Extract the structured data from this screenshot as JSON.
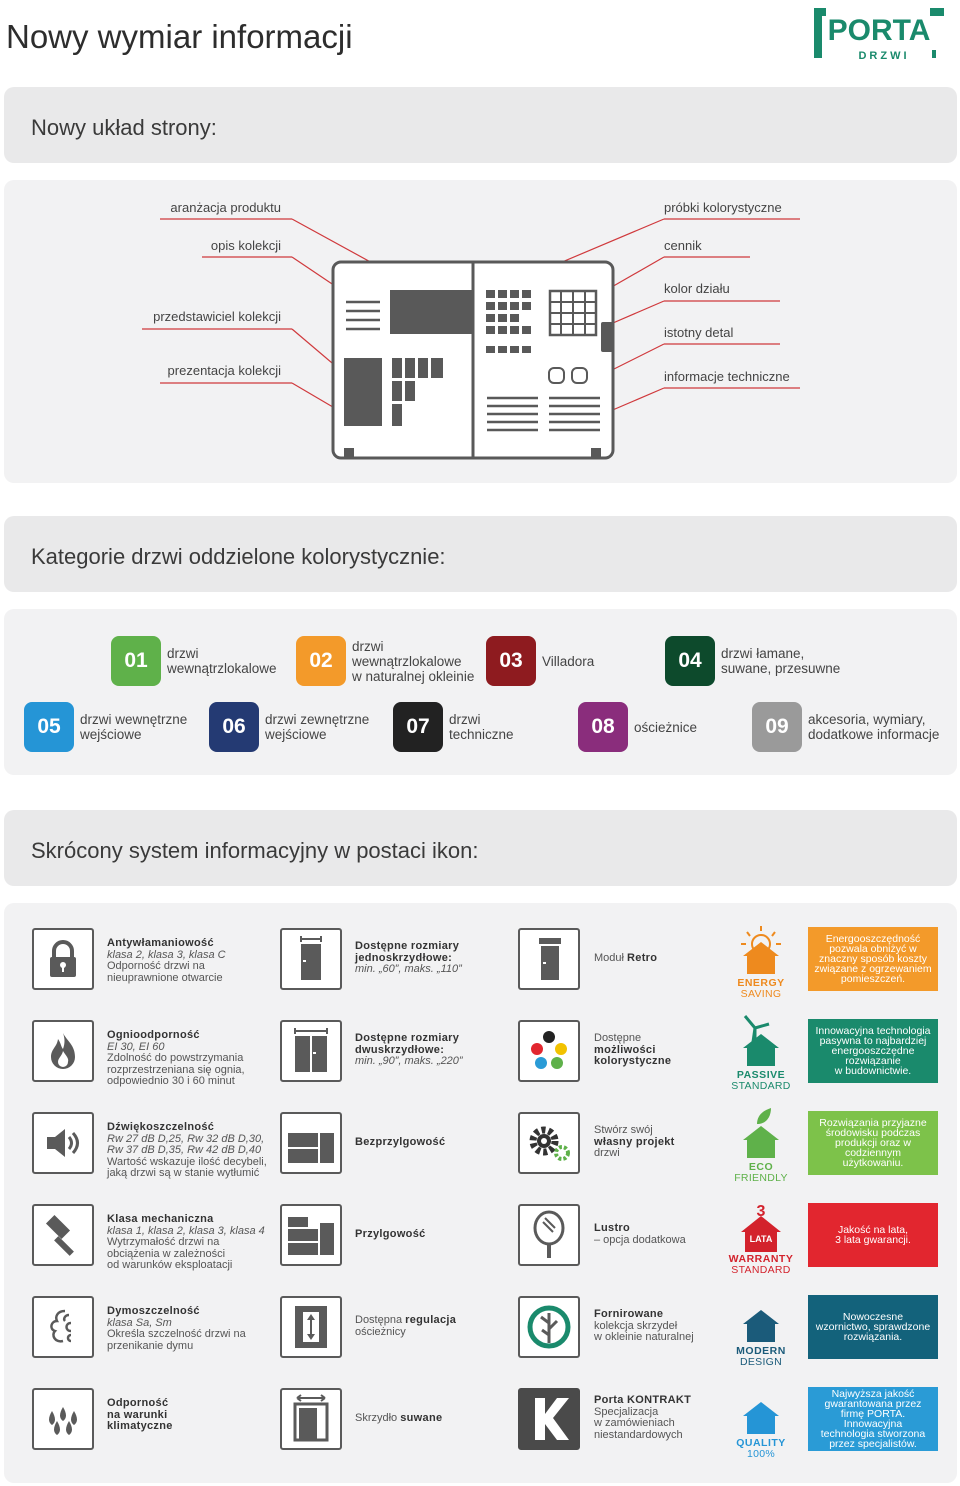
{
  "title": "Nowy wymiar informacji",
  "logo": {
    "brand": "PORTA",
    "sub": "DRZWI",
    "color": "#1a8a6c"
  },
  "sections": {
    "layout": "Nowy układ strony:",
    "categories": "Kategorie drzwi oddzielone kolorystycznie:",
    "icons": "Skrócony system informacyjny w postaci ikon:"
  },
  "layout_labels": {
    "left": [
      "aranżacja produktu",
      "opis kolekcji",
      "przedstawiciel kolekcji",
      "prezentacja kolekcji"
    ],
    "right": [
      "próbki kolorystyczne",
      "cennik",
      "kolor działu",
      "istotny detal",
      "informacje techniczne"
    ]
  },
  "categories": [
    {
      "num": "01",
      "text": "drzwi\nwewnątrzlokalowe",
      "color": "#5fb14a"
    },
    {
      "num": "02",
      "text": "drzwi\nwewnątrzlokalowe\nw naturalnej okleinie",
      "color": "#f39a2a"
    },
    {
      "num": "03",
      "text": "Villadora",
      "color": "#8e1b1f"
    },
    {
      "num": "04",
      "text": "drzwi łamane,\nsuwane, przesuwne",
      "color": "#0d4a2c"
    },
    {
      "num": "05",
      "text": "drzwi wewnętrzne\nwejściowe",
      "color": "#2595d6"
    },
    {
      "num": "06",
      "text": "drzwi zewnętrzne\nwejściowe",
      "color": "#243a73"
    },
    {
      "num": "07",
      "text": "drzwi\ntechniczne",
      "color": "#222222"
    },
    {
      "num": "08",
      "text": "ościeżnice",
      "color": "#8a2d7c"
    },
    {
      "num": "09",
      "text": "akcesoria, wymiary,\ndodatkowe informacje",
      "color": "#9a9a9a"
    }
  ],
  "col1": [
    {
      "icon": "lock-icon",
      "title": "Antywłamaniowość",
      "italic": "klasa 2, klasa 3, klasa C",
      "body": "Odporność drzwi na\nnieuprawnione otwarcie"
    },
    {
      "icon": "fire-icon",
      "title": "Ognioodporność",
      "italic": "EI 30, EI 60",
      "body": "Zdolność do powstrzymania\nrozprzestrzeniana się ognia,\nodpowiednio 30 i 60 minut"
    },
    {
      "icon": "speaker-icon",
      "title": "Dźwiękoszczelność",
      "italic": "Rw 27 dB D,25, Rw 32 dB D,30,\nRw 37 dB D,35, Rw 42 dB D,40",
      "body": "Wartość wskazuje ilość decybeli,\njaką drzwi są w stanie wytłumić"
    },
    {
      "icon": "hammer-icon",
      "title": "Klasa mechaniczna",
      "italic": "klasa 1, klasa 2, klasa 3, klasa 4",
      "body": "Wytrzymałość drzwi na\nobciążenia w zależności\nod warunków eksploatacji"
    },
    {
      "icon": "smoke-icon",
      "title": "Dymoszczelność",
      "italic": "klasa Sa, Sm",
      "body": "Określa szczelność drzwi na\nprzenikanie dymu"
    },
    {
      "icon": "drops-icon",
      "title": "Odporność\nna warunki\nklimatyczne",
      "italic": "",
      "body": ""
    }
  ],
  "col2": [
    {
      "icon": "single-door-icon",
      "pre": "",
      "bold": "Dostępne rozmiary\njednoskrzydłowe:",
      "post": "",
      "italic": "min. „60”, maks. „110”"
    },
    {
      "icon": "double-door-icon",
      "pre": "",
      "bold": "Dostępne rozmiary\ndwuskrzydłowe:",
      "post": "",
      "italic": "min. „90”, maks. „220”"
    },
    {
      "icon": "rebateless-icon",
      "pre": "",
      "bold": "Bezprzylgowość",
      "post": "",
      "italic": ""
    },
    {
      "icon": "rebated-icon",
      "pre": "",
      "bold": "Przylgowość",
      "post": "",
      "italic": ""
    },
    {
      "icon": "adjust-frame-icon",
      "pre": "Dostępna ",
      "bold": "regulacja",
      "post": "\nościeżnicy",
      "italic": ""
    },
    {
      "icon": "sliding-door-icon",
      "pre": "Skrzydło ",
      "bold": "suwane",
      "post": "",
      "italic": ""
    }
  ],
  "col3": [
    {
      "icon": "retro-door-icon",
      "pre": "Moduł ",
      "bold": "Retro",
      "post": ""
    },
    {
      "icon": "color-dots-icon",
      "pre": "Dostępne\n",
      "bold": "możliwości\nkolorystyczne",
      "post": ""
    },
    {
      "icon": "gears-icon",
      "pre": "Stwórz swój\n",
      "bold": "własny projekt",
      "post": "\ndrzwi"
    },
    {
      "icon": "mirror-icon",
      "pre": "",
      "bold": "Lustro",
      "post": "\n– opcja dodatkowa"
    },
    {
      "icon": "tree-icon",
      "pre": "",
      "bold": "Fornirowane",
      "post": "\nkolekcja skrzydeł\nw okleinie naturalnej"
    },
    {
      "icon": "kontrakt-k-icon",
      "pre": "",
      "bold": "Porta KONTRAKT",
      "post": "\nSpecjalizacja\nw zamówieniach\nniestandardowych"
    }
  ],
  "badges": [
    {
      "icon": "sun-house-icon",
      "line1": "ENERGY",
      "line2": "SAVING",
      "color1": "#ee8a1e",
      "color2": "#ee8a1e",
      "msg": "Energooszczędność\npozwala obniżyć w\nznaczny sposób koszty\nzwiązane z ogrzewaniem\npomieszczeń.",
      "msg_color": "#f39a2a"
    },
    {
      "icon": "windmill-house-icon",
      "line1": "PASSIVE",
      "line2": "STANDARD",
      "color1": "#1a8a6c",
      "color2": "#1a8a6c",
      "msg": "Innowacyjna technologia\npasywna to najbardziej\nenergooszczędne\nrozwiązanie\nw budownictwie.",
      "msg_color": "#1a8a6c"
    },
    {
      "icon": "eco-house-icon",
      "line1": "ECO",
      "line2": "FRIENDLY",
      "color1": "#5fb14a",
      "color2": "#5fb14a",
      "msg": "Rozwiązania przyjazne\nśrodowisku podczas\nprodukcji oraz w\ncodziennym\nużytkowaniu.",
      "msg_color": "#7dc24a"
    },
    {
      "icon": "warranty-house-icon",
      "line1": "WARRANTY",
      "line2": "STANDARD",
      "color1": "#d3222c",
      "color2": "#d3222c",
      "msg": "Jakość na lata,\n3 lata gwarancji.",
      "msg_color": "#e2262f",
      "badge_num": "3",
      "badge_word": "LATA"
    },
    {
      "icon": "modern-house-icon",
      "line1": "MODERN",
      "line2": "DESIGN",
      "color1": "#1b5b7a",
      "color2": "#1b5b7a",
      "msg": "Nowoczesne\nwzornictwo, sprawdzone\nrozwiązania.",
      "msg_color": "#13627b"
    },
    {
      "icon": "quality-house-icon",
      "line1": "QUALITY",
      "line2": "100%",
      "color1": "#2595d6",
      "color2": "#2595d6",
      "msg": "Najwyższa jakość\ngwarantowana przez\nfirmę PORTA.\nInnowacyjna\ntechnologia stworzona\nprzez specjalistów.",
      "msg_color": "#2a9bd6"
    }
  ]
}
